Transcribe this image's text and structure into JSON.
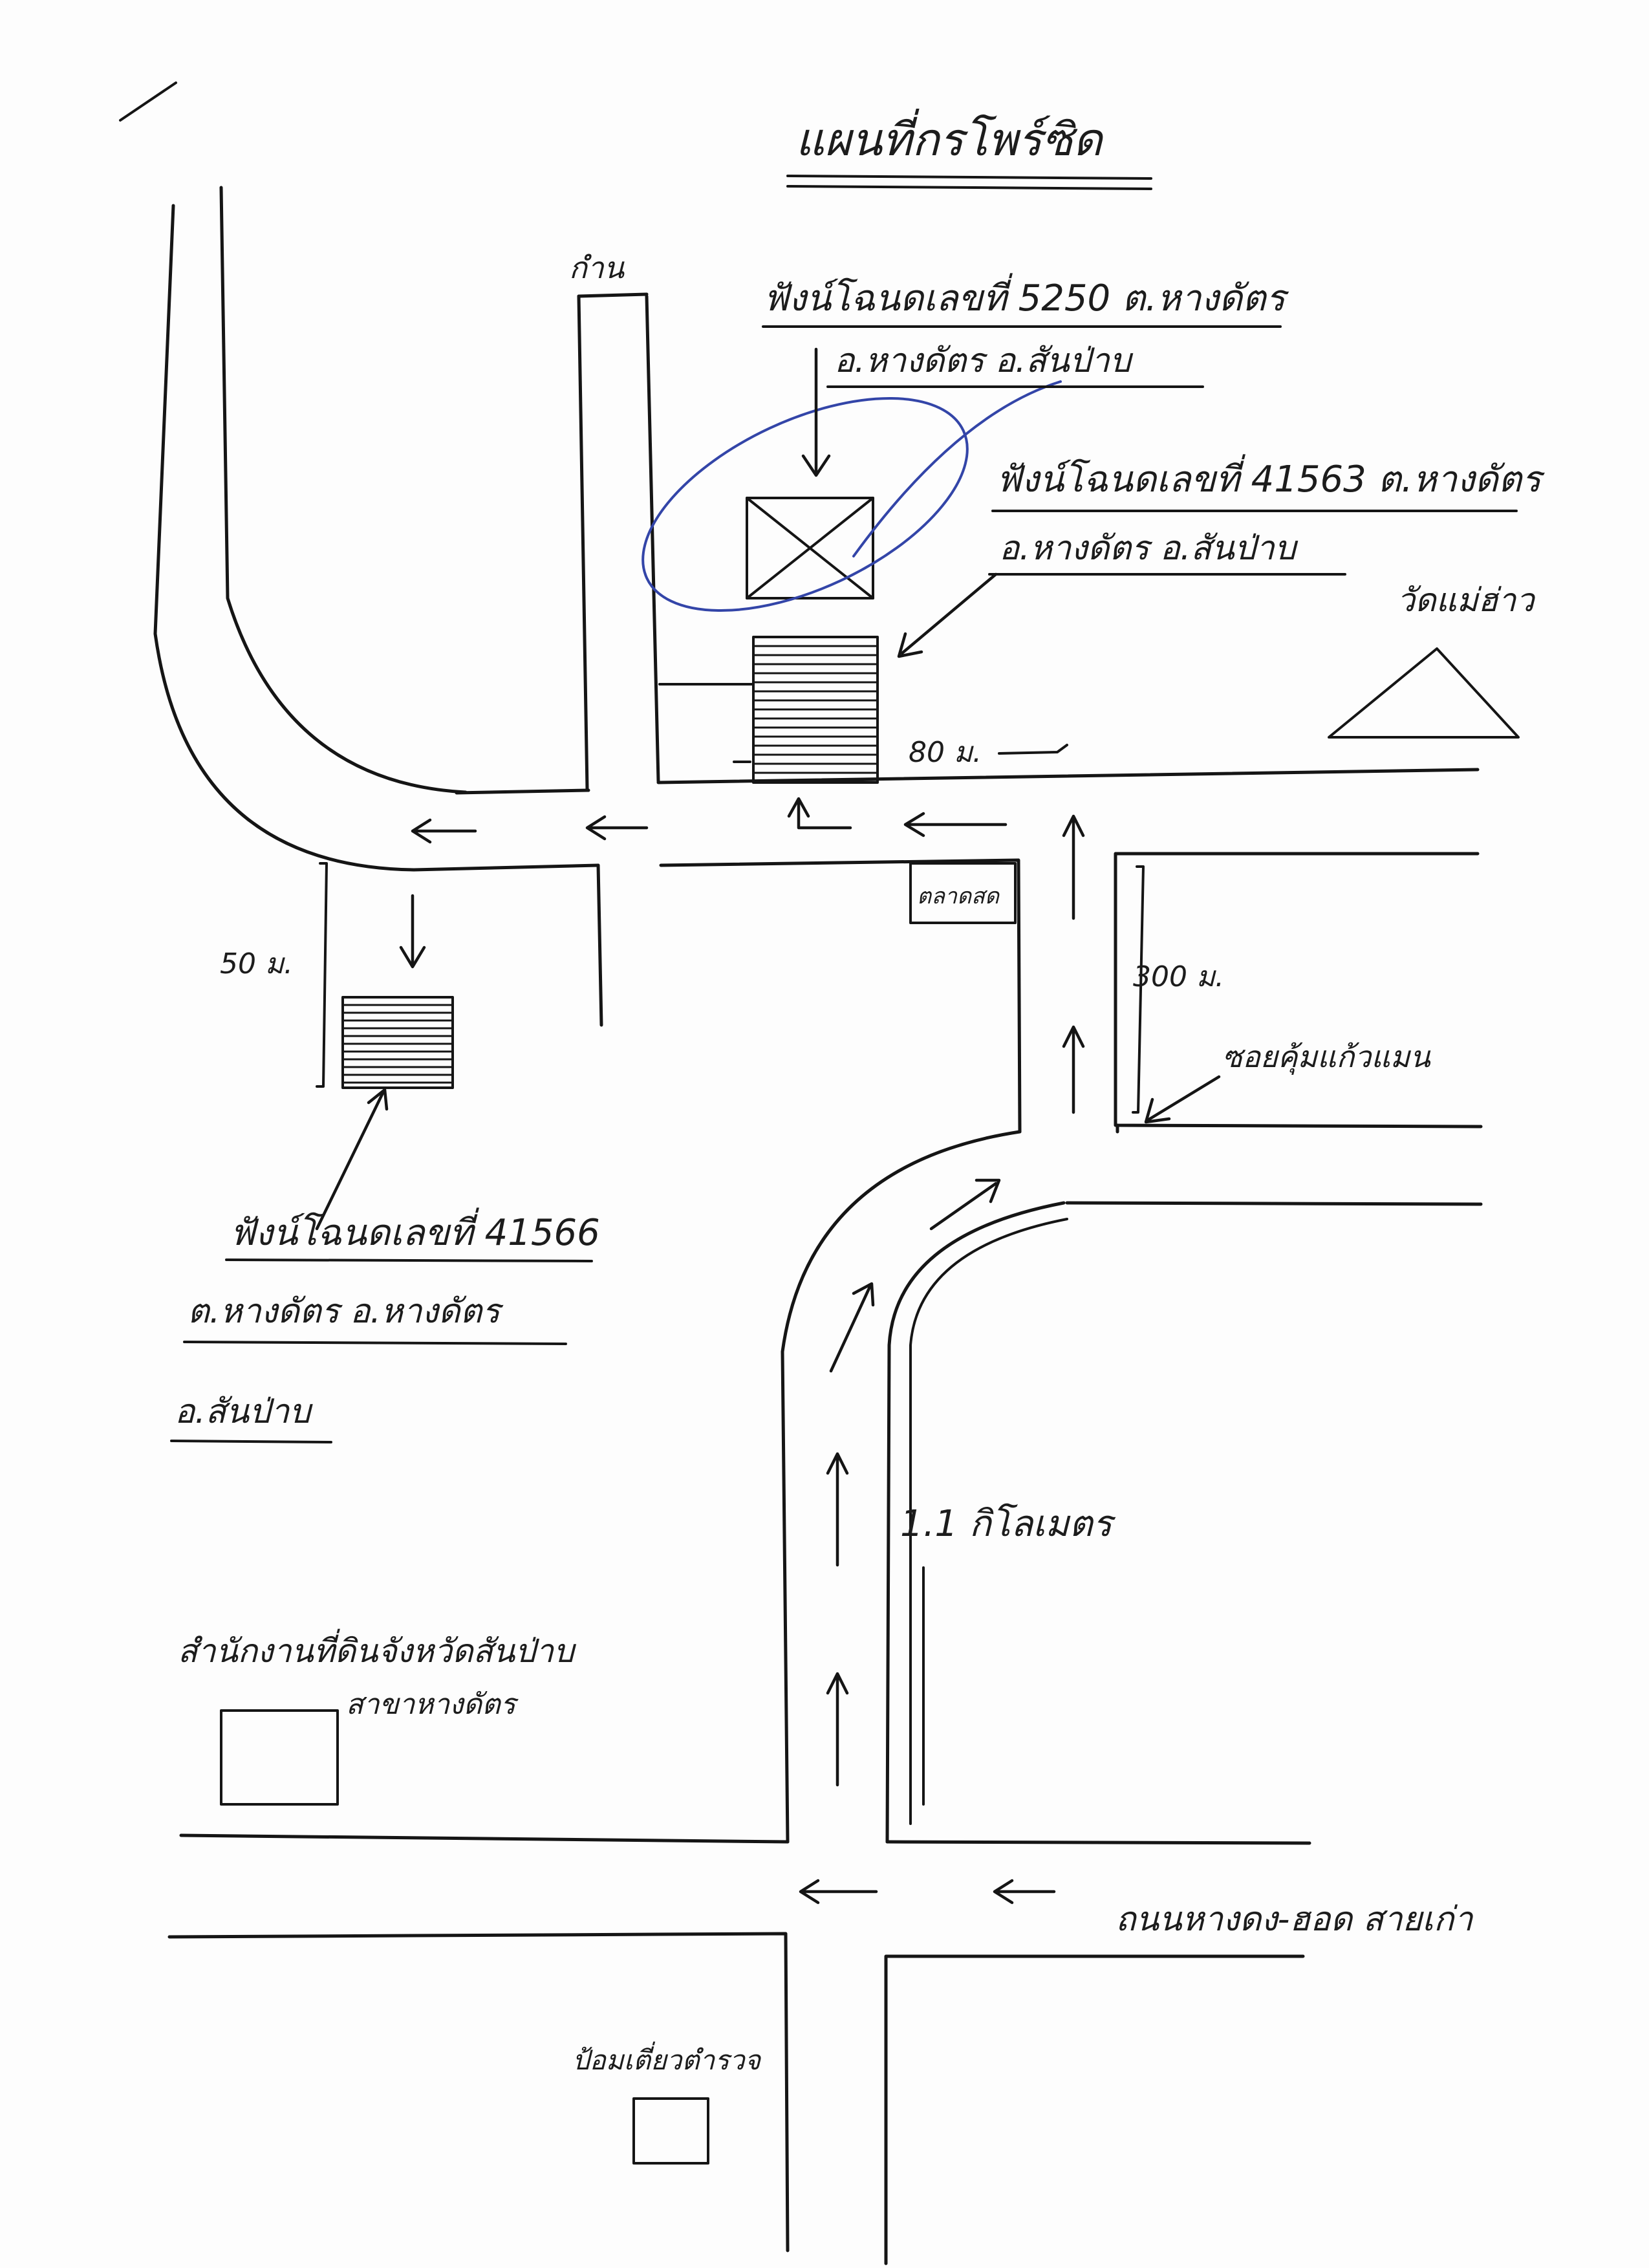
{
  "title": "แผนที่กรโพร์ซิด",
  "labels": {
    "kan": "กำน",
    "plot_5250": {
      "line1": "ฟังน์โฉนดเลขที่ 5250 ต.หางดัตร",
      "line2": "อ.หางดัตร  อ.สันป่าบ"
    },
    "plot_41563": {
      "line1": "ฟังน์โฉนดเลขที่ 41563  ต.หางดัตร",
      "line2": "อ.หางดัตร  อ.สันป่าบ"
    },
    "temple": "วัดแม่ฮ่าว",
    "dist_80": "80 ม.",
    "dist_50": "50 ม.",
    "dist_300": "300 ม.",
    "market": "ตลาดสด",
    "soi": "ซอยคุ้มแก้วแมน",
    "plot_41566": {
      "line1": "ฟังน์โฉนดเลขที่ 41566",
      "line2": "ต.หางดัตร  อ.หางดัตร",
      "line3": "อ.สันป่าบ"
    },
    "dist_1_1km": "1.1 กิโลเมตร",
    "land_office": {
      "line1": "สำนักงานที่ดินจังหวัดสันป่าบ",
      "line2": "สาขาหางดัตร"
    },
    "road": "ถนนหางดง-ฮอด สายเก่า",
    "bus_stop": "ป้อมเตี่ยวตำรวจ"
  },
  "colors": {
    "ink": "#151515",
    "blue_pen": "#3345a8",
    "paper": "#fdfdfd"
  },
  "icons": [
    "target-plot-x-icon",
    "hatched-plot-icon",
    "temple-triangle-icon",
    "direction-arrow-icon"
  ]
}
